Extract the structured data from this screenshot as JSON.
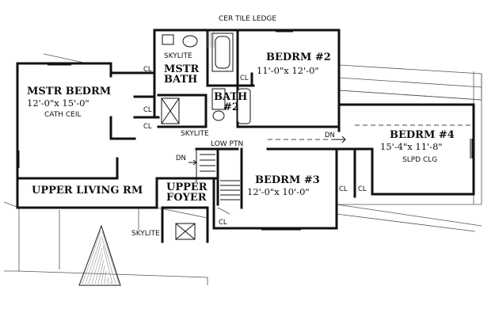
{
  "labels": {
    "ledge": "CER TILE LEDGE",
    "skylite_top": "SKYLITE",
    "mstr_bath_1": "MSTR",
    "mstr_bath_2": "BATH",
    "bath2_1": "BATH",
    "bath2_2": "#2",
    "bedrm2_name": "BEDRM #2",
    "bedrm2_dim": "11'-0\"x 12'-0\"",
    "mstr_bedrm_name": "MSTR BEDRM",
    "mstr_bedrm_dim": "12'-0\"x 15'-0\"",
    "mstr_bedrm_note": "CATH CEIL",
    "skylite_mid": "SKYLITE",
    "low_ptn": "LOW PTN",
    "dn_left": "DN",
    "dn_right": "DN",
    "bedrm4_name": "BEDRM #4",
    "bedrm4_dim": "15'-4\"x 11'-8\"",
    "bedrm4_note": "SLPD CLG",
    "bedrm3_name": "BEDRM #3",
    "bedrm3_dim": "12'-0\"x 10'-0\"",
    "upper_living": "UPPER LIVING RM",
    "upper_foyer_1": "UPPER",
    "upper_foyer_2": "FOYER",
    "skylite_bottom": "SKYLITE",
    "cl": "CL"
  }
}
